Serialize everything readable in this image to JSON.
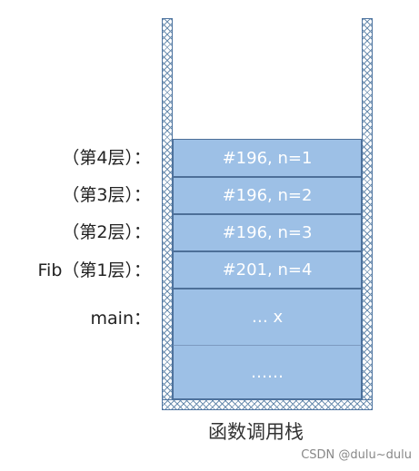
{
  "diagram": {
    "caption": "函数调用栈",
    "frames": [
      {
        "label": "（第4层）：",
        "content": "#196, n=1"
      },
      {
        "label": "（第3层）：",
        "content": "#196, n=2"
      },
      {
        "label": "（第2层）：",
        "content": "#196, n=3"
      },
      {
        "label": "Fib（第1层）：",
        "content": "#201, n=4"
      },
      {
        "label": "main：",
        "content": "… x"
      },
      {
        "label": "",
        "content": "……"
      }
    ],
    "colors": {
      "frame_fill": "#9dc0e6",
      "frame_border": "#4d6f98",
      "wall_hatch": "#6d8fb0",
      "frame_text": "#ffffff"
    }
  },
  "watermark": "CSDN @dulu~dulu"
}
